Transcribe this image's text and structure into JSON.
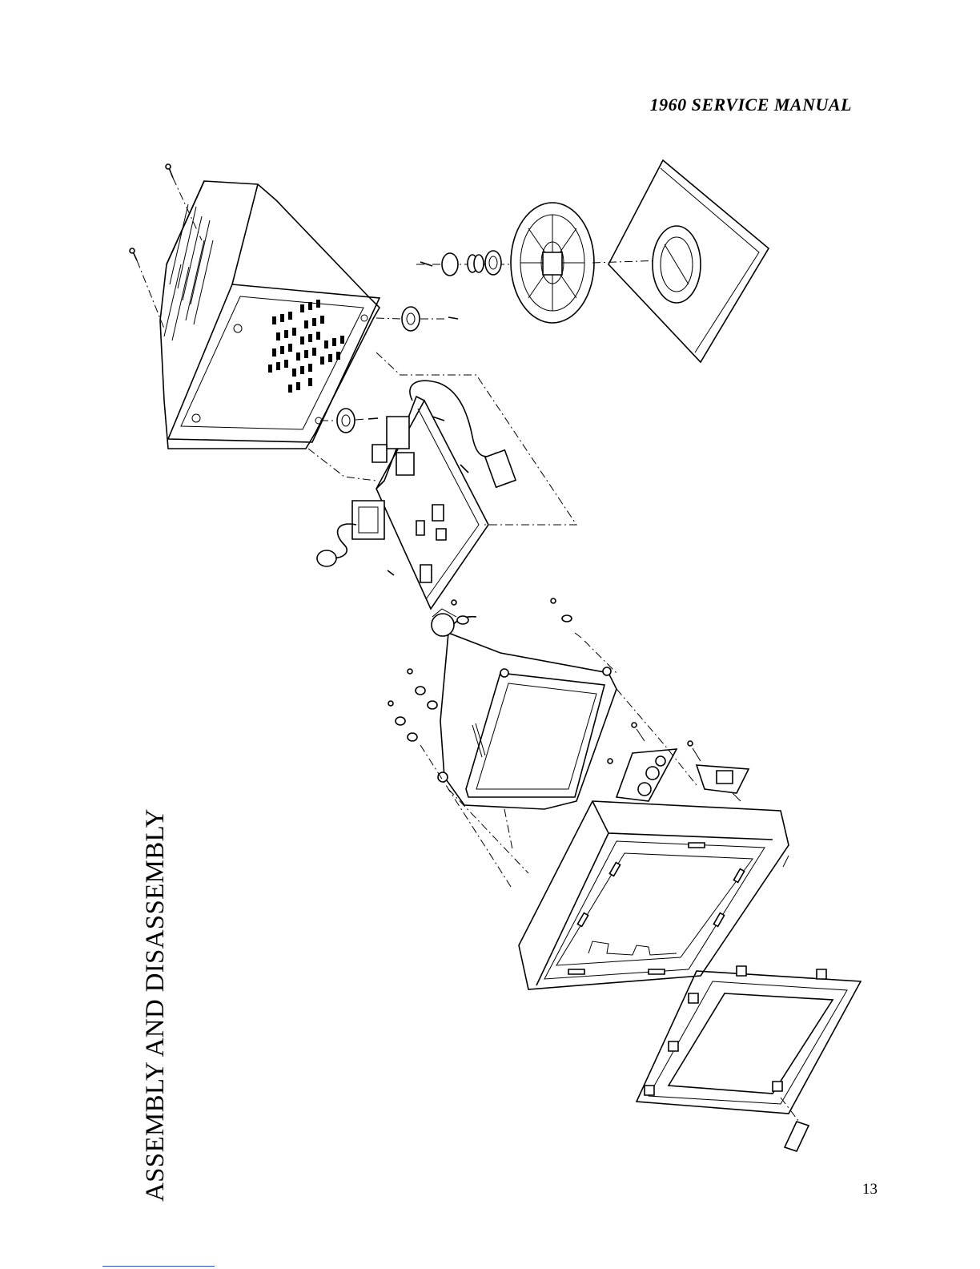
{
  "header": {
    "title": "1960 SERVICE MANUAL"
  },
  "side_title": "ASSEMBLY AND DISASSEMBLY",
  "page_number": "13",
  "colors": {
    "ink": "#000000",
    "paper": "#ffffff",
    "footer_rule": "#2a52be"
  }
}
